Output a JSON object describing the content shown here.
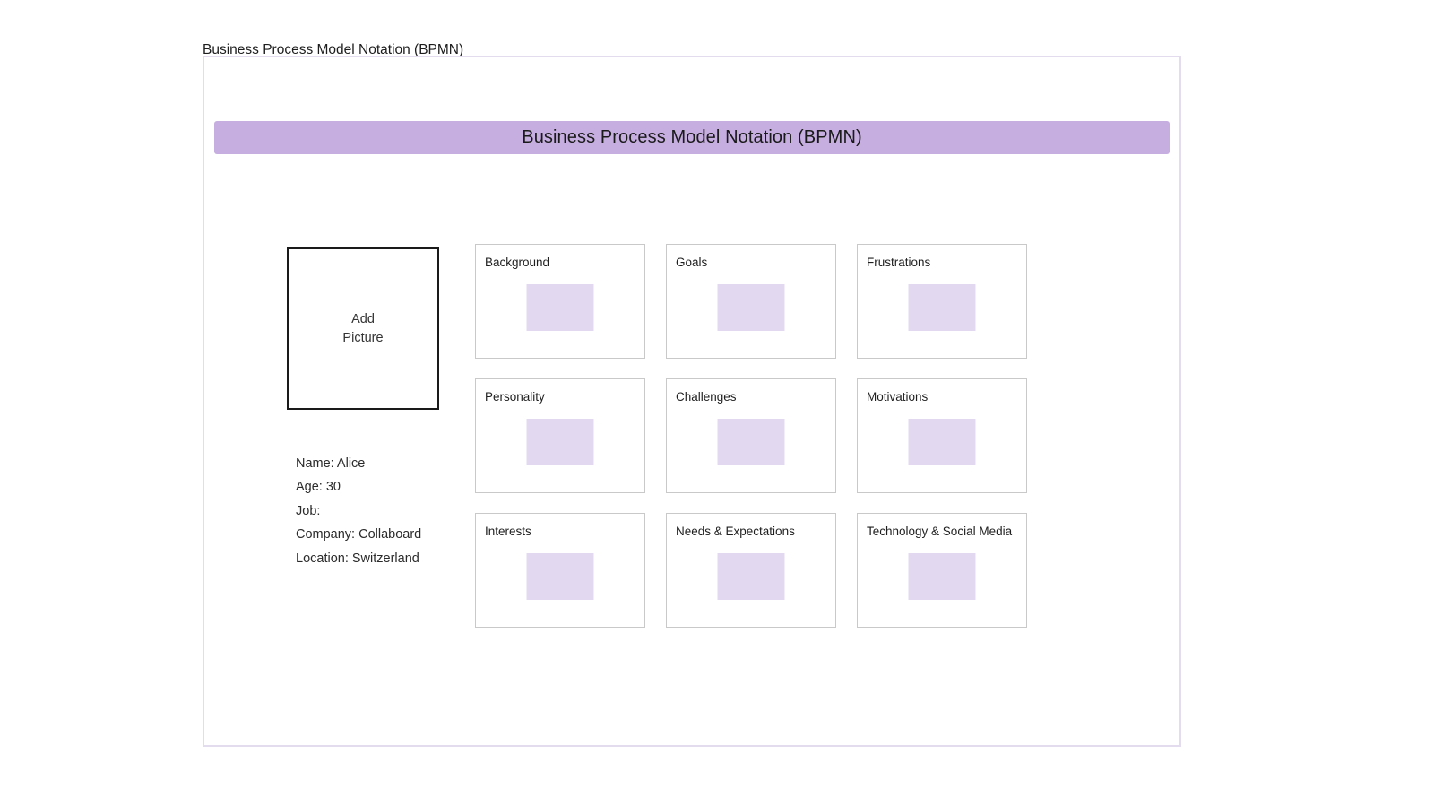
{
  "board": {
    "caption": "Business Process Model Notation (BPMN)",
    "banner_title": "Business Process Model Notation (BPMN)",
    "banner_color": "#c6aee0",
    "frame_border_color": "#e3dcef"
  },
  "picture": {
    "label": "Add\nPicture"
  },
  "persona": {
    "lines": [
      "Name: Alice",
      "Age: 30",
      "Job:",
      "Company: Collaboard",
      "Location: Switzerland"
    ]
  },
  "cards": [
    {
      "title": "Background",
      "note_color": "#e2d8f0"
    },
    {
      "title": "Goals",
      "note_color": "#e2d8f0"
    },
    {
      "title": "Frustrations",
      "note_color": "#e2d8f0"
    },
    {
      "title": "Personality",
      "note_color": "#e2d8f0"
    },
    {
      "title": "Challenges",
      "note_color": "#e2d8f0"
    },
    {
      "title": "Motivations",
      "note_color": "#e2d8f0"
    },
    {
      "title": "Interests",
      "note_color": "#e2d8f0"
    },
    {
      "title": "Needs & Expectations",
      "note_color": "#e2d8f0"
    },
    {
      "title": "Technology & Social Media",
      "note_color": "#e2d8f0"
    }
  ]
}
